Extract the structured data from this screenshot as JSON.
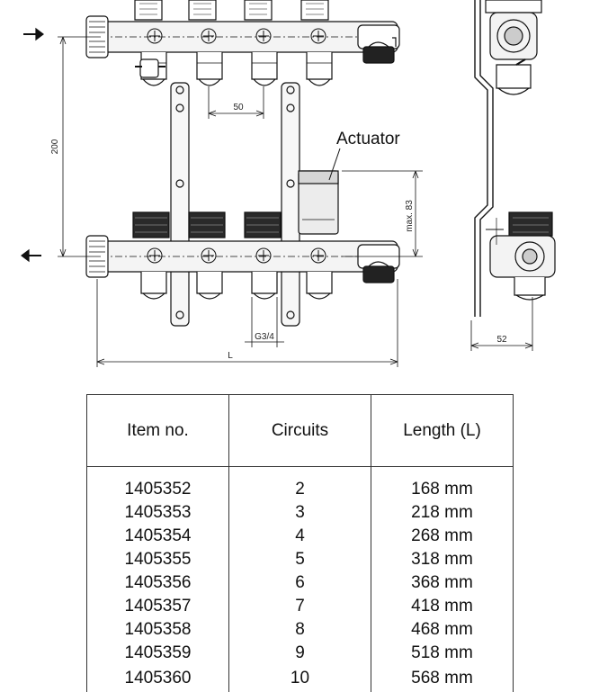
{
  "drawing": {
    "callout_label": "Actuator",
    "dimensions": {
      "height_center": "200",
      "spacing": "50",
      "actuator_max": "max. 83",
      "thread": "G3/4",
      "overall_length": "L",
      "side_depth": "52"
    },
    "arrows": {
      "supply": "inlet-arrow",
      "return": "outlet-arrow"
    }
  },
  "table": {
    "headers": [
      "Item no.",
      "Circuits",
      "Length (L)"
    ],
    "rows": [
      [
        "1405352",
        "2",
        "168 mm"
      ],
      [
        "1405353",
        "3",
        "218 mm"
      ],
      [
        "1405354",
        "4",
        "268 mm"
      ],
      [
        "1405355",
        "5",
        "318 mm"
      ],
      [
        "1405356",
        "6",
        "368 mm"
      ],
      [
        "1405357",
        "7",
        "418 mm"
      ],
      [
        "1405358",
        "8",
        "468 mm"
      ],
      [
        "1405359",
        "9",
        "518 mm"
      ],
      [
        "1405360",
        "10",
        "568 mm"
      ]
    ]
  }
}
